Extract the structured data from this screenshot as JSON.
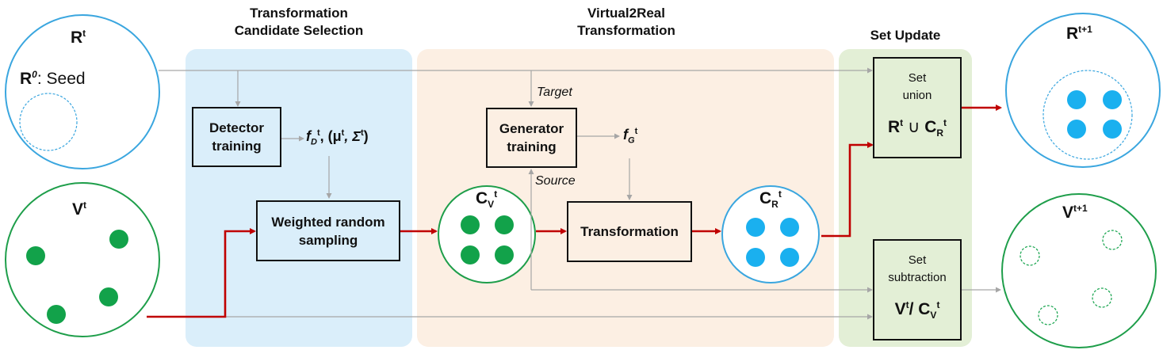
{
  "sections": {
    "candidate_selection": {
      "title_line1": "Transformation",
      "title_line2": "Candidate Selection",
      "color": "#daeefa"
    },
    "virtual2real": {
      "title_line1": "Virtual2Real",
      "title_line2": "Transformation",
      "color": "#fcefe3"
    },
    "set_update": {
      "title": "Set Update",
      "color": "#e3efd6"
    }
  },
  "circles": {
    "r_t": {
      "label": "R",
      "sup": "t",
      "color": "#3aa6df"
    },
    "seed": {
      "label": "R",
      "sup": "0",
      "suffix": ": Seed"
    },
    "v_t": {
      "label": "V",
      "sup": "t",
      "color": "#1e9e4a"
    },
    "c_v": {
      "label": "C",
      "sub": "V",
      "sup": "t"
    },
    "c_r": {
      "label": "C",
      "sub": "R",
      "sup": "t"
    },
    "r_t1": {
      "label": "R",
      "sup": "t+1"
    },
    "v_t1": {
      "label": "V",
      "sup": "t+1"
    }
  },
  "boxes": {
    "detector": {
      "line1": "Detector",
      "line2": "training"
    },
    "weighted": {
      "line1": "Weighted random",
      "line2": "sampling"
    },
    "generator": {
      "line1": "Generator",
      "line2": "training"
    },
    "transformation": {
      "label": "Transformation"
    },
    "set_union": {
      "line1": "Set",
      "line2": "union"
    },
    "set_subtraction": {
      "line1": "Set",
      "line2": "subtraction"
    }
  },
  "labels": {
    "f_d": "f",
    "f_d_sub": "D",
    "f_d_sup": "t",
    "params": ", (μ",
    "params_sup": "t",
    "params_sep": ", Σ",
    "params_sup2": "t",
    "params_end": ")",
    "f_g": "f",
    "f_g_sub": "G",
    "f_g_sup": "t",
    "target": "Target",
    "source": "Source",
    "union_expr_r": "R",
    "union_expr_sup": "t",
    "union_op": " ∪ ",
    "union_expr_c": "C",
    "union_expr_sub": "R",
    "union_expr_sup2": "t",
    "sub_expr_v": "V",
    "sub_expr_sup": "t",
    "sub_op": "/ ",
    "sub_expr_c": "C",
    "sub_expr_sub": "V",
    "sub_expr_sup2": "t"
  },
  "colors": {
    "real_blue": "#1ab0ef",
    "virtual_green": "#12a24a",
    "main_arrow": "#c00000",
    "aux_arrow": "#a6a6a6"
  }
}
